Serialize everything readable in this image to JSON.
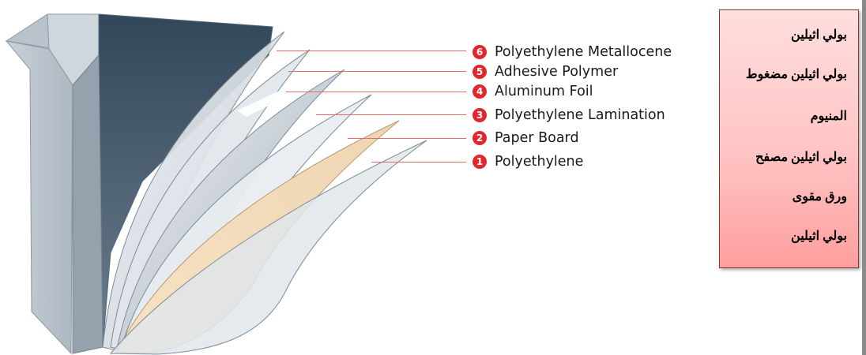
{
  "layers": [
    {
      "number": "6",
      "label": "Polyethylene Metallocene"
    },
    {
      "number": "5",
      "label": "Adhesive Polymer"
    },
    {
      "number": "4",
      "label": "Aluminum Foil"
    },
    {
      "number": "3",
      "label": "Polyethylene Lamination"
    },
    {
      "number": "2",
      "label": "Paper Board"
    },
    {
      "number": "1",
      "label": "Polyethylene"
    }
  ],
  "arabic_labels": [
    "بولي اثيلين",
    "بولي اثيلين مضغوط",
    "المنيوم",
    "بولي اثيلين مصفح",
    "ورق مقوى",
    "بولي اثيلين"
  ],
  "colors": {
    "badge": "#e3262c",
    "leader_line": "#e66a6a",
    "paper_board": "#f3dcbc",
    "carton": "#a9b4bd",
    "box_gradient_top": "#ffdede",
    "box_gradient_bottom": "#ff9e9e"
  }
}
